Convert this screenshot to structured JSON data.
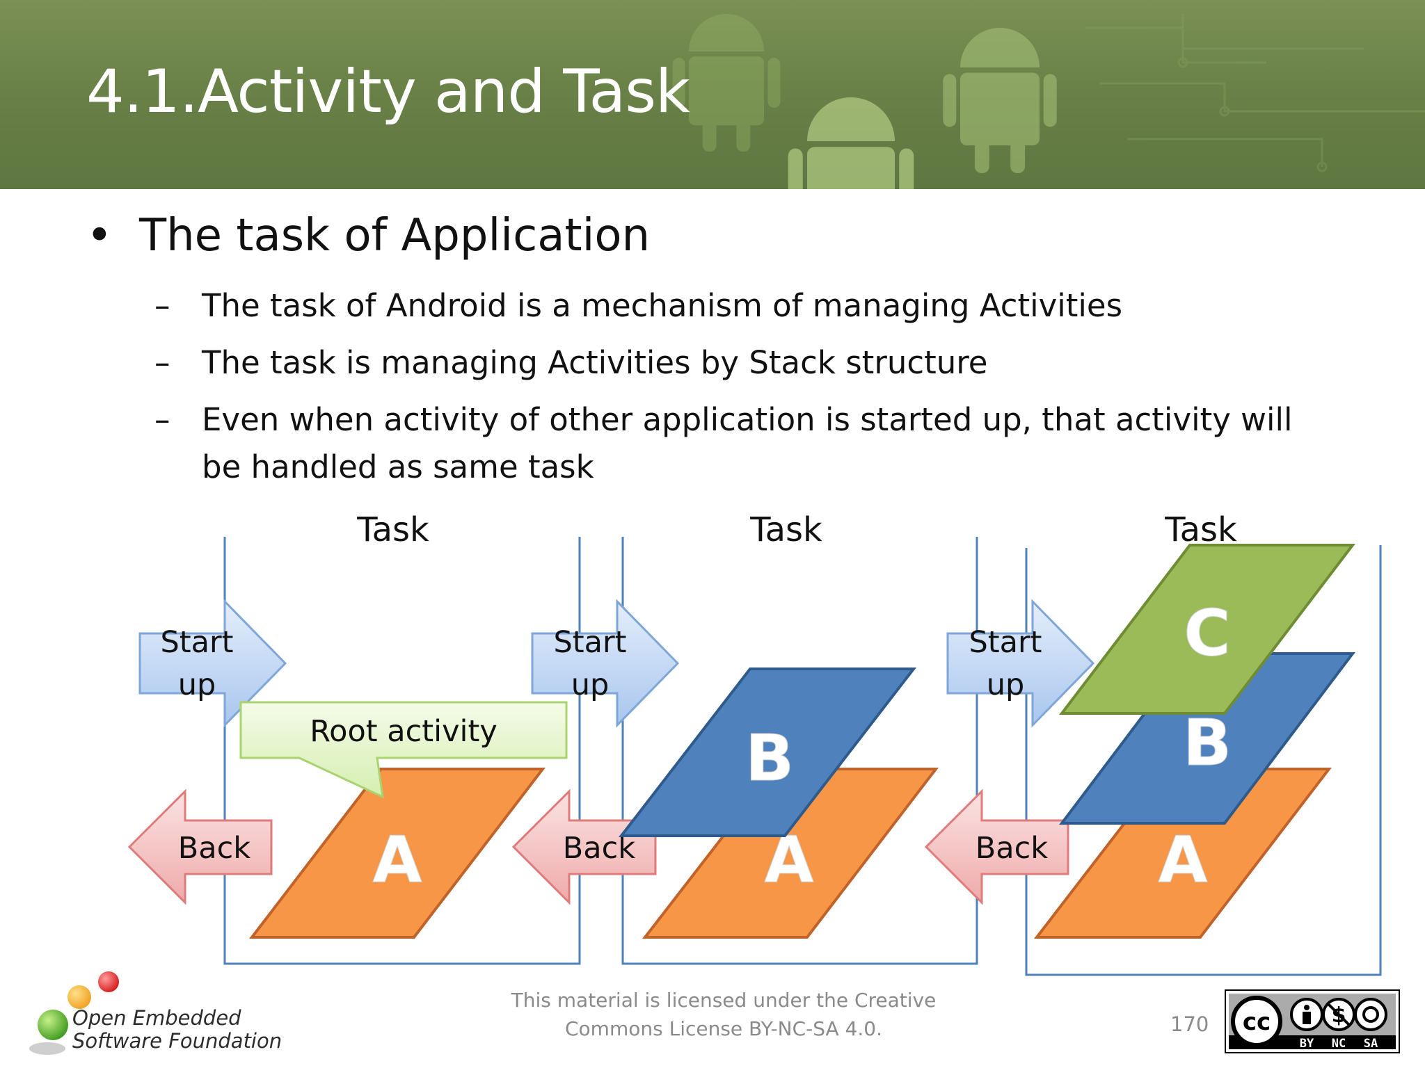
{
  "slide": {
    "title": "4.1.Activity and Task",
    "bullet": "The task of Application",
    "bullet_marker": "•",
    "sub_marker": "–",
    "sub_bullets": [
      "The task of Android is a mechanism of managing Activities",
      "The task is managing Activities by Stack structure",
      "Even when activity of other application is started up, that activity will be handled as same task"
    ]
  },
  "diagram": {
    "task_label": "Task",
    "start_up": [
      "Start",
      "up"
    ],
    "back_label": "Back",
    "root_activity_label": "Root activity",
    "activities": {
      "a": "A",
      "b": "B",
      "c": "C"
    }
  },
  "footer": {
    "license_line1": "This material is licensed under the Creative",
    "license_line2": "Commons License BY-NC-SA 4.0.",
    "page_number": "170",
    "logo_line1": "Open Embedded",
    "logo_line2": "Software Foundation",
    "cc_labels": [
      "BY",
      "NC",
      "SA"
    ]
  },
  "colors": {
    "header": "#6a8248",
    "activity_a": "#f79646",
    "activity_b": "#4f81bd",
    "activity_c": "#9bbb59",
    "task_border": "#4f81bd",
    "start_up_arrow": "#c6d9f1",
    "back_arrow": "#f2c4c4",
    "callout": "#e4f5c8"
  }
}
